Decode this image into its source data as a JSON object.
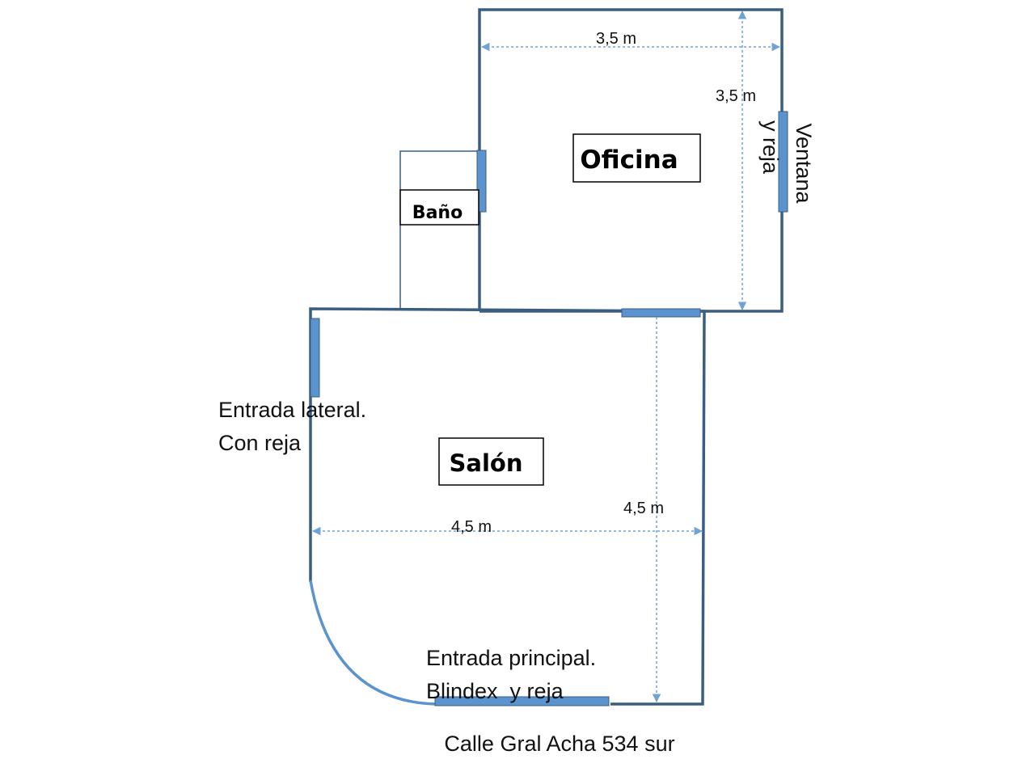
{
  "rooms": {
    "office": "Oficina",
    "bathroom": "Baño",
    "living": "Salón"
  },
  "dimensions": {
    "office_width": "3,5 m",
    "office_height": "3,5 m",
    "living_width": "4,5 m",
    "living_height": "4,5 m"
  },
  "openings": {
    "window_line1": "Ventana",
    "window_line2": "y reja",
    "side_entrance_line1": "Entrada lateral.",
    "side_entrance_line2": "Con reja",
    "main_entrance_line1": "Entrada principal.",
    "main_entrance_line2": "Blindex  y reja"
  },
  "address": "Calle Gral Acha 534 sur",
  "colors": {
    "wall": "#3a5e82",
    "opening": "#5b93cf",
    "dimension_line": "#6fa3d6",
    "bathroom_outline": "#3a5e82"
  }
}
